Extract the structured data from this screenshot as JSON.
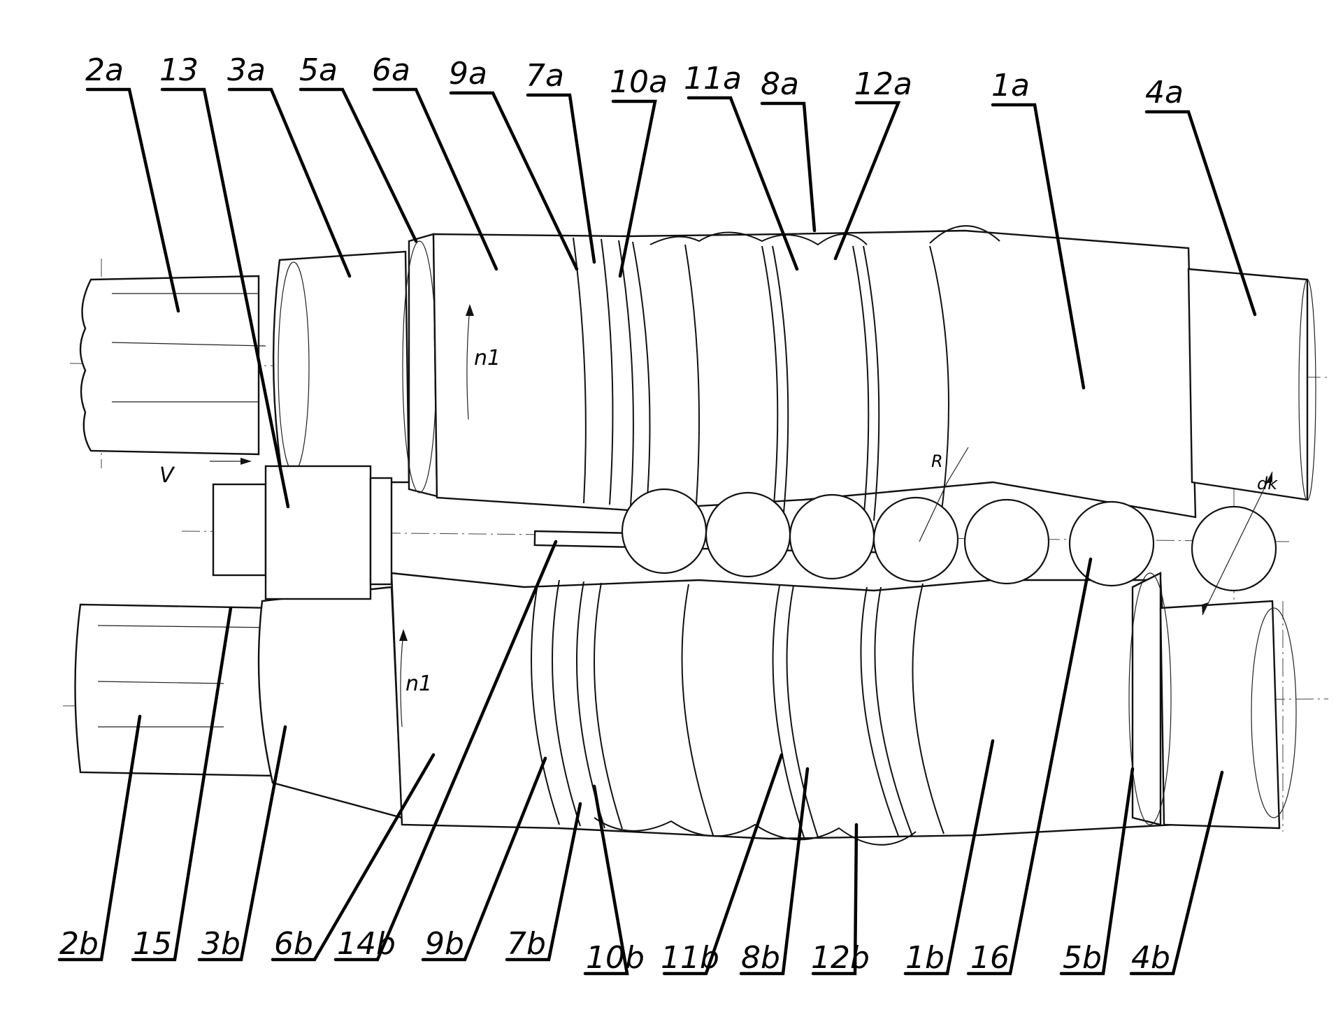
{
  "labels_top": [
    "2a",
    "13",
    "3a",
    "5a",
    "6a",
    "9a",
    "7a",
    "10a",
    "11a",
    "8a",
    "12a",
    "1a",
    "4a"
  ],
  "labels_bottom": [
    "2b",
    "15",
    "3b",
    "6b",
    "14b",
    "9b",
    "7b",
    "10b",
    "11b",
    "8b",
    "12b",
    "1b",
    "16",
    "5b",
    "4b"
  ],
  "annotations": {
    "speed_upper": "n1",
    "speed_lower": "n1",
    "feed": "V",
    "radius": "R",
    "ball_diameter": "dk"
  }
}
